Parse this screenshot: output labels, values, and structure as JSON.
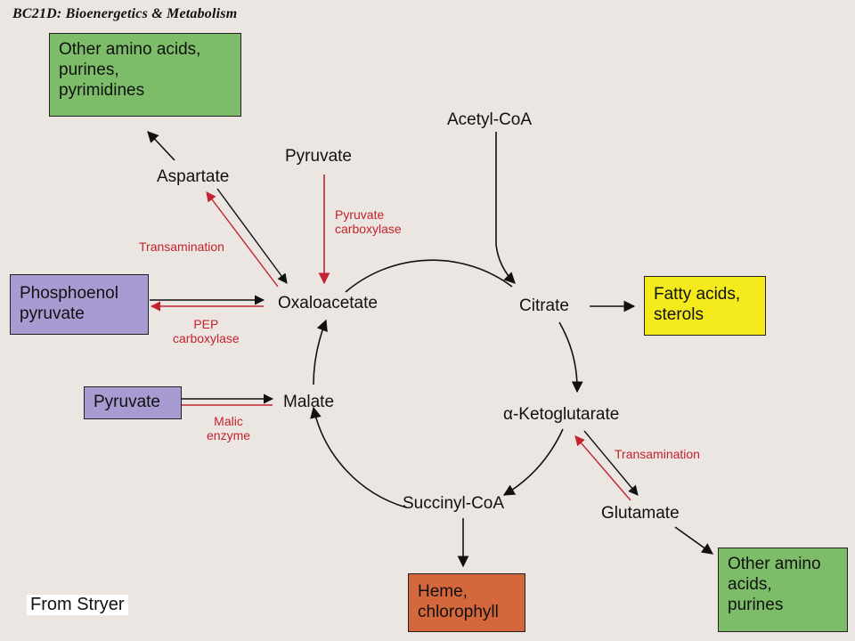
{
  "header": "BC21D: Bioenergetics & Metabolism",
  "credit": "From Stryer",
  "colors": {
    "green": "#7dbc68",
    "purple": "#a79bd1",
    "yellow": "#f4ea1c",
    "rust": "#d4683c",
    "enzyme_red": "#c2232e"
  },
  "boxes": {
    "other_amino_acids_top": [
      "Other amino acids,",
      "purines,",
      "pyrimidines"
    ],
    "phosphoenol_pyruvate": [
      "Phosphoenol",
      "pyruvate"
    ],
    "pyruvate_box": [
      "Pyruvate"
    ],
    "fatty_acids": [
      "Fatty acids,",
      "sterols"
    ],
    "heme": [
      "Heme,",
      "chlorophyll"
    ],
    "other_amino_acids_bottom": [
      "Other amino",
      "acids,",
      "purines"
    ]
  },
  "metabolites": {
    "acetyl_coa": "Acetyl-CoA",
    "pyruvate": "Pyruvate",
    "aspartate": "Aspartate",
    "oxaloacetate": "Oxaloacetate",
    "citrate": "Citrate",
    "malate": "Malate",
    "alpha_ketoglutarate": "α-Ketoglutarate",
    "succinyl_coa": "Succinyl-CoA",
    "glutamate": "Glutamate"
  },
  "enzymes": {
    "pyruvate_carboxylase": [
      "Pyruvate",
      "carboxylase"
    ],
    "transamination_left": [
      "Transamination"
    ],
    "pep_carboxylase": [
      "PEP",
      "carboxylase"
    ],
    "malic_enzyme": [
      "Malic",
      "enzyme"
    ],
    "transamination_right": [
      "Transamination"
    ]
  }
}
